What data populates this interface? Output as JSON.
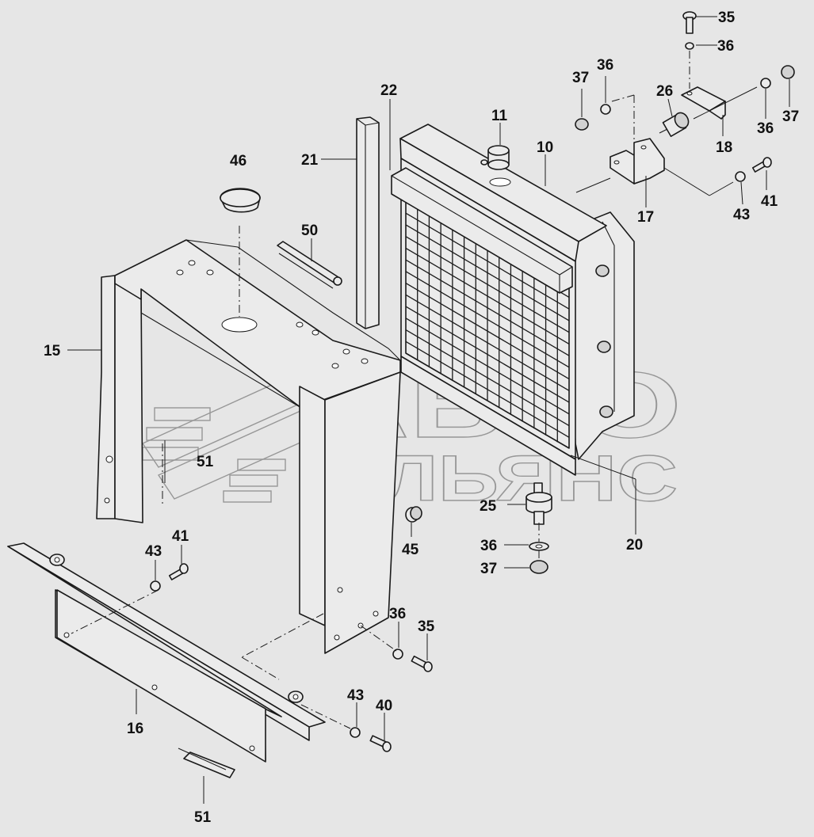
{
  "watermark": {
    "line1": "АВТО",
    "line2": "АЛЬЯНС"
  },
  "callouts": [
    {
      "id": "c35a",
      "label": "35"
    },
    {
      "id": "c36a",
      "label": "36"
    },
    {
      "id": "c37a",
      "label": "37"
    },
    {
      "id": "c36b",
      "label": "36"
    },
    {
      "id": "c26",
      "label": "26"
    },
    {
      "id": "c36c",
      "label": "36"
    },
    {
      "id": "c37b",
      "label": "37"
    },
    {
      "id": "c18",
      "label": "18"
    },
    {
      "id": "c22",
      "label": "22"
    },
    {
      "id": "c11",
      "label": "11"
    },
    {
      "id": "c10",
      "label": "10"
    },
    {
      "id": "c21",
      "label": "21"
    },
    {
      "id": "c46",
      "label": "46"
    },
    {
      "id": "c17",
      "label": "17"
    },
    {
      "id": "c41a",
      "label": "41"
    },
    {
      "id": "c43a",
      "label": "43"
    },
    {
      "id": "c50",
      "label": "50"
    },
    {
      "id": "c15",
      "label": "15"
    },
    {
      "id": "c51a",
      "label": "51"
    },
    {
      "id": "c25",
      "label": "25"
    },
    {
      "id": "c20",
      "label": "20"
    },
    {
      "id": "c41b",
      "label": "41"
    },
    {
      "id": "c43b",
      "label": "43"
    },
    {
      "id": "c45",
      "label": "45"
    },
    {
      "id": "c36d",
      "label": "36"
    },
    {
      "id": "c37c",
      "label": "37"
    },
    {
      "id": "c36e",
      "label": "36"
    },
    {
      "id": "c35b",
      "label": "35"
    },
    {
      "id": "c43c",
      "label": "43"
    },
    {
      "id": "c40",
      "label": "40"
    },
    {
      "id": "c16",
      "label": "16"
    },
    {
      "id": "c51b",
      "label": "51"
    }
  ]
}
